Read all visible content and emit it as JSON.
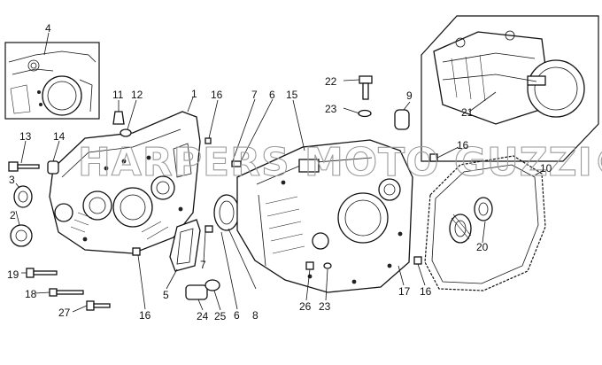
{
  "watermark": "HARPERS MOTO GUZZI©",
  "callouts": {
    "n1": "1",
    "n2": "2",
    "n3": "3",
    "n4": "4",
    "n5": "5",
    "n6a": "6",
    "n6b": "6",
    "n7a": "7",
    "n7b": "7",
    "n8": "8",
    "n9": "9",
    "n10": "10",
    "n11": "11",
    "n12": "12",
    "n13": "13",
    "n14": "14",
    "n15": "15",
    "n16a": "16",
    "n16b": "16",
    "n16c": "16",
    "n16d": "16",
    "n17": "17",
    "n18": "18",
    "n19": "19",
    "n20": "20",
    "n21": "21",
    "n22": "22",
    "n23a": "23",
    "n23b": "23",
    "n24": "24",
    "n25": "25",
    "n26": "26",
    "n27": "27"
  }
}
